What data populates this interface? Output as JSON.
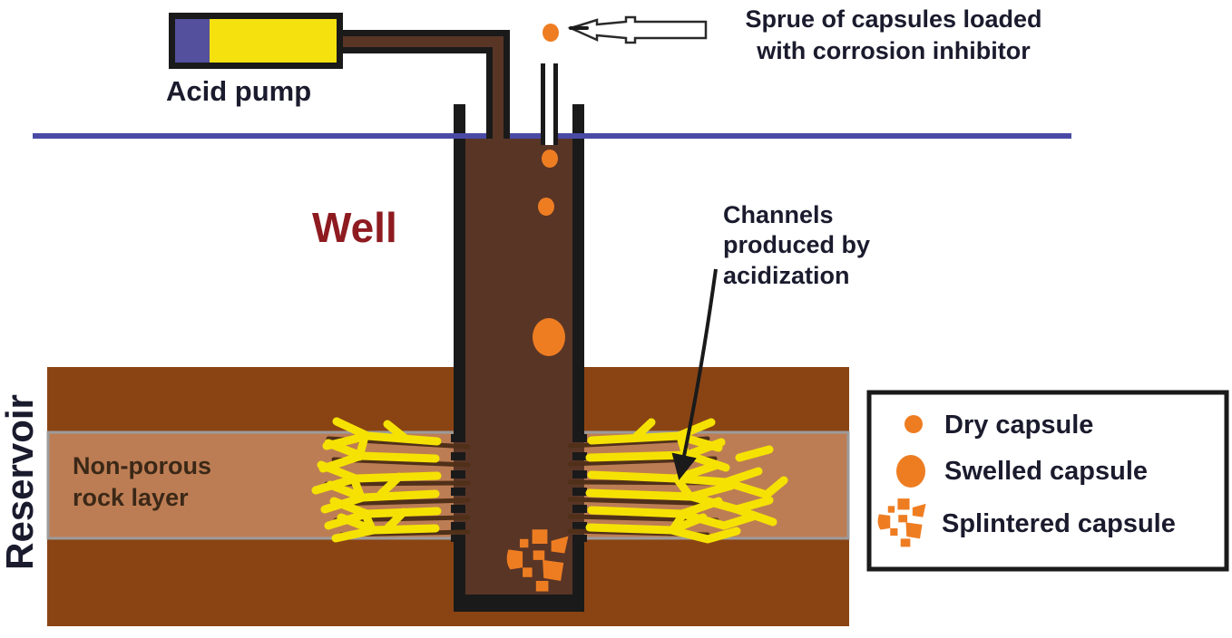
{
  "labels": {
    "acid_pump": "Acid pump",
    "well": "Well",
    "reservoir": "Reservoir",
    "non_porous": "Non-porous\nrock layer",
    "channels": "Channels\nproduced by\nacidization",
    "sprue": "Sprue of capsules loaded\nwith corrosion inhibitor"
  },
  "legend": {
    "items": [
      {
        "icon": "dry-capsule-icon",
        "label": "Dry capsule"
      },
      {
        "icon": "swelled-capsule-icon",
        "label": "Swelled capsule"
      },
      {
        "icon": "splintered-capsule-icon",
        "label": "Splintered capsule"
      }
    ]
  },
  "colors": {
    "reservoir-brown": "#8a4414",
    "porous-tan": "#bd7d54",
    "band-border": "#9c9c9c",
    "well-brown": "#593526",
    "casing-black": "#1a1a1a",
    "ground-blue": "#4a4aa5",
    "pump-blue": "#54509e",
    "pump-yellow": "#f4e10e",
    "channel-yellow": "#f5e202",
    "channel-dark": "#503019",
    "capsule-orange": "#ee7d22",
    "well-text": "#8e1b20",
    "label-dark": "#1b1b2e",
    "rock-label": "#3b2817"
  }
}
